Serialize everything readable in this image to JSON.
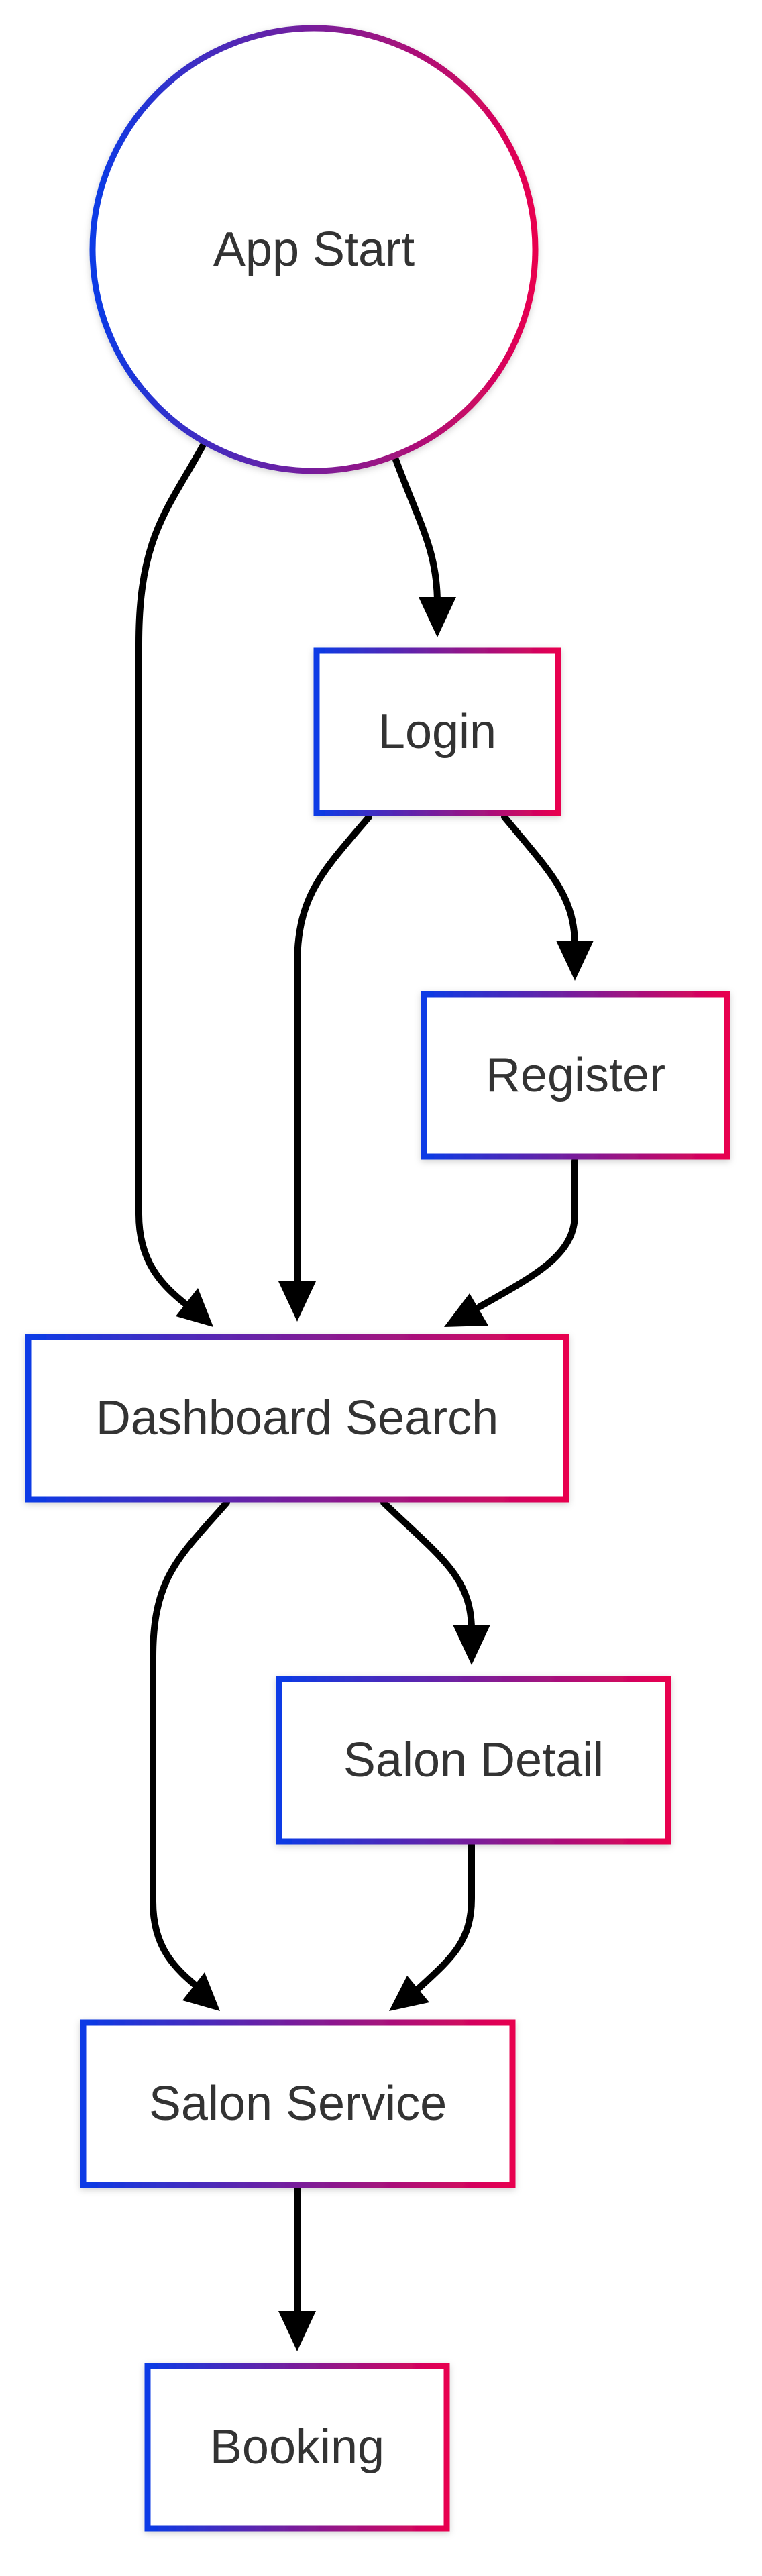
{
  "diagram": {
    "type": "flowchart",
    "nodes": [
      {
        "id": "app_start",
        "label": "App Start",
        "shape": "circle"
      },
      {
        "id": "login",
        "label": "Login",
        "shape": "rect"
      },
      {
        "id": "register",
        "label": "Register",
        "shape": "rect"
      },
      {
        "id": "dashboard_search",
        "label": "Dashboard Search",
        "shape": "rect"
      },
      {
        "id": "salon_detail",
        "label": "Salon Detail",
        "shape": "rect"
      },
      {
        "id": "salon_service",
        "label": "Salon Service",
        "shape": "rect"
      },
      {
        "id": "booking",
        "label": "Booking",
        "shape": "rect"
      }
    ],
    "edges": [
      {
        "from": "app_start",
        "to": "dashboard_search"
      },
      {
        "from": "app_start",
        "to": "login"
      },
      {
        "from": "login",
        "to": "dashboard_search"
      },
      {
        "from": "login",
        "to": "register"
      },
      {
        "from": "register",
        "to": "dashboard_search"
      },
      {
        "from": "dashboard_search",
        "to": "salon_service"
      },
      {
        "from": "dashboard_search",
        "to": "salon_detail"
      },
      {
        "from": "salon_detail",
        "to": "salon_service"
      },
      {
        "from": "salon_service",
        "to": "booking"
      }
    ]
  },
  "colors": {
    "gradient_start": "#0a3be6",
    "gradient_end": "#e8004f",
    "edge": "#000000",
    "label": "#333333",
    "background": "#ffffff"
  }
}
